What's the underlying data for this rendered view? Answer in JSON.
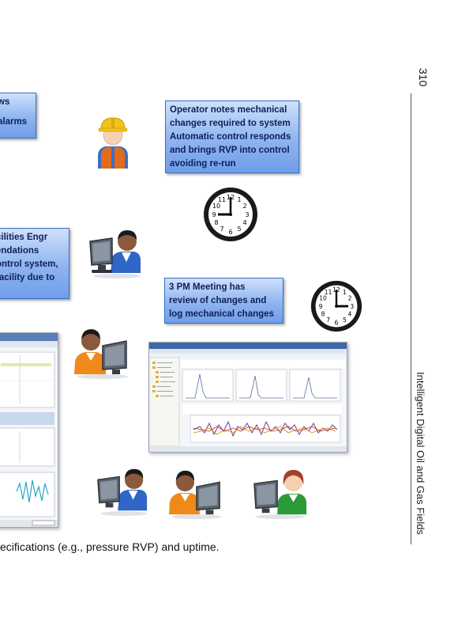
{
  "page": {
    "page_number": "310",
    "running_title": "Intelligent Digital Oil and Gas Fields",
    "caption": "ecifications (e.g., pressure RVP) and uptime."
  },
  "notes": {
    "top_left": [
      "ws",
      "alarms"
    ],
    "operator": [
      "Operator notes mechanical",
      "changes required to system",
      "Automatic control responds",
      "and brings RVP into control",
      "avoiding re-run"
    ],
    "facilities": [
      "cilities Engr",
      "endations",
      "ontrol system,",
      "facility due to"
    ],
    "meeting": [
      "3 PM Meeting has",
      "review of changes and",
      "log mechanical changes"
    ]
  },
  "clocks": {
    "clock_a": {
      "label": "9 o'clock",
      "hour": 9,
      "minute": 0
    },
    "clock_b": {
      "label": "3 o'clock",
      "hour": 3,
      "minute": 0
    }
  },
  "colors": {
    "note_border": "#3a6fc4",
    "note_text": "#0e1f5a",
    "hard_hat": "#f2c318",
    "vest": "#e56a1c",
    "blue_shirt": "#2f66c7",
    "orange_shirt": "#ef8a1a",
    "green_shirt": "#2d9a3a"
  },
  "icons": [
    "worker-hard-hat-icon",
    "computer-user-icon",
    "wall-clock-icon",
    "software-screenshot"
  ]
}
